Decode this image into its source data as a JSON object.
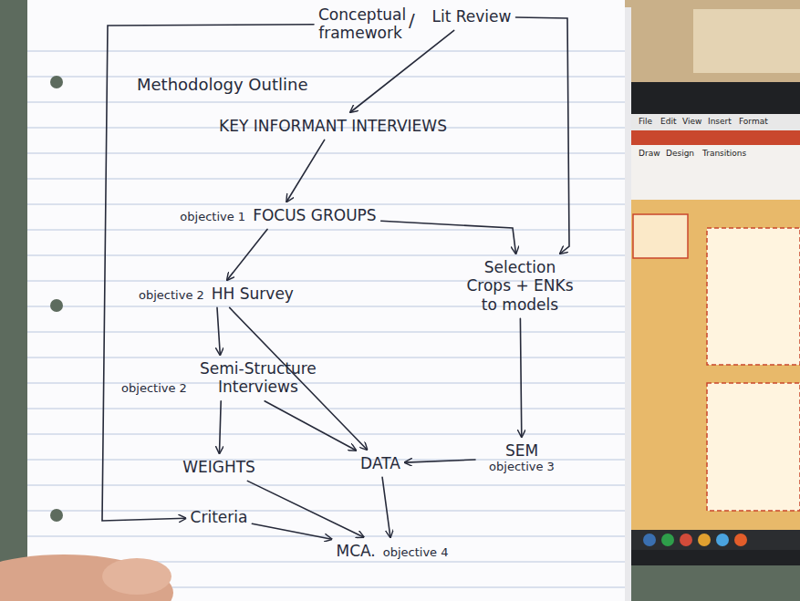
{
  "diagram": {
    "title": "Methodology Outline",
    "nodes": [
      {
        "text": [
          "Conceptual framework"
        ]
      },
      {
        "text": [
          "Lit Review"
        ]
      },
      {
        "text": [
          "KEY INFORMANT INTERVIEWS"
        ]
      },
      {
        "text": [
          "objective 1",
          "FOCUS GROUPS"
        ]
      },
      {
        "text": [
          "objective 2",
          "HH Survey"
        ]
      },
      {
        "text": [
          "Selection Crops + ENKs to models"
        ]
      },
      {
        "text": [
          "objective 2",
          "Semi-Structure Interviews"
        ]
      },
      {
        "text": [
          "SEM",
          "objective 3"
        ]
      },
      {
        "text": [
          "WEIGHTS"
        ]
      },
      {
        "text": [
          "DATA"
        ]
      },
      {
        "text": [
          "Criteria"
        ]
      },
      {
        "text": [
          "MCA.",
          "objective 4"
        ]
      }
    ],
    "edges": [
      {
        "from": 1,
        "to": 2,
        "arrow": "to"
      },
      {
        "from": 2,
        "to": 3,
        "arrow": "to"
      },
      {
        "from": 3,
        "to": 4,
        "arrow": "to"
      },
      {
        "from": 3,
        "to": 5,
        "arrow": "to"
      },
      {
        "from": 1,
        "to": 5,
        "arrow": "to"
      },
      {
        "from": 4,
        "to": 6,
        "arrow": "to"
      },
      {
        "from": 4,
        "to": 9,
        "arrow": "to"
      },
      {
        "from": 6,
        "to": 8,
        "arrow": "to"
      },
      {
        "from": 6,
        "to": 9,
        "arrow": "to"
      },
      {
        "from": 7,
        "to": 9,
        "arrow": "to"
      },
      {
        "from": 5,
        "to": 7,
        "arrow": "to"
      },
      {
        "from": 0,
        "to": 10,
        "arrow": "to"
      },
      {
        "from": 8,
        "to": 11,
        "arrow": "to"
      },
      {
        "from": 9,
        "to": 11,
        "arrow": "to"
      },
      {
        "from": 10,
        "to": 11,
        "arrow": "to"
      }
    ],
    "labels": [
      "/",
      "File",
      "Edit",
      "View",
      "Insert",
      "Format",
      "Draw",
      "Design",
      "Transitions"
    ]
  }
}
